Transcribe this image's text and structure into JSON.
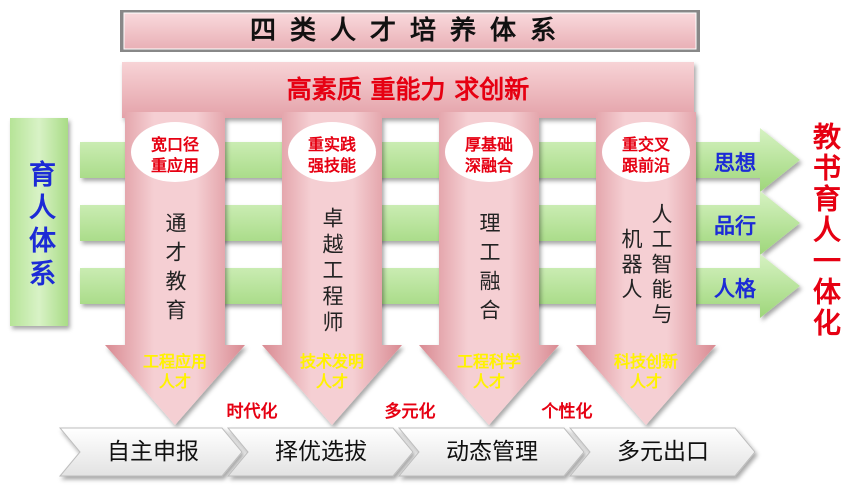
{
  "title": "四类人才培养体系",
  "subtitle": "高素质 重能力 求创新",
  "left_vertical": "育人体系",
  "right_vertical": "教书育人一体化",
  "arrow_labels": [
    "思想",
    "品行",
    "人格"
  ],
  "columns": [
    {
      "ellipse": [
        "宽口径",
        "重应用"
      ],
      "name": "通才教育",
      "outcome": [
        "工程应用",
        "人才"
      ]
    },
    {
      "ellipse": [
        "重实践",
        "强技能"
      ],
      "name": "卓越工程师",
      "outcome": [
        "技术发明",
        "人才"
      ]
    },
    {
      "ellipse": [
        "厚基础",
        "深融合"
      ],
      "name": "理工融合",
      "outcome": [
        "工程科学",
        "人才"
      ]
    },
    {
      "ellipse": [
        "重交叉",
        "跟前沿"
      ],
      "name": "人工智能与机器人",
      "outcome": [
        "科技创新",
        "人才"
      ]
    }
  ],
  "features": [
    "时代化",
    "多元化",
    "个性化"
  ],
  "process_steps": [
    "自主申报",
    "择优选拔",
    "动态管理",
    "多元出口"
  ],
  "colors": {
    "pink_light": "#f7d0d3",
    "pink_dark": "#d98a92",
    "green_light": "#c8eab0",
    "green_dark": "#8fcf6a",
    "red_text": "#e60012",
    "blue_text": "#1c2bd6",
    "yellow_text": "#fff200"
  }
}
